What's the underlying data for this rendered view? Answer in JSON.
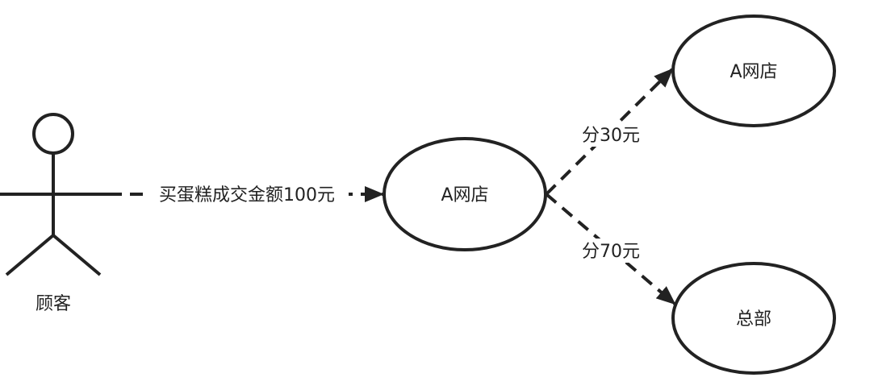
{
  "actor": {
    "label": "顾客"
  },
  "edges": {
    "purchase": "买蛋糕成交金额100元",
    "share_store": "分30元",
    "share_hq": "分70元"
  },
  "nodes": {
    "store_center": "A网店",
    "store_top": "A网店",
    "headquarters": "总部"
  },
  "colors": {
    "stroke": "#222222",
    "background": "#ffffff"
  }
}
